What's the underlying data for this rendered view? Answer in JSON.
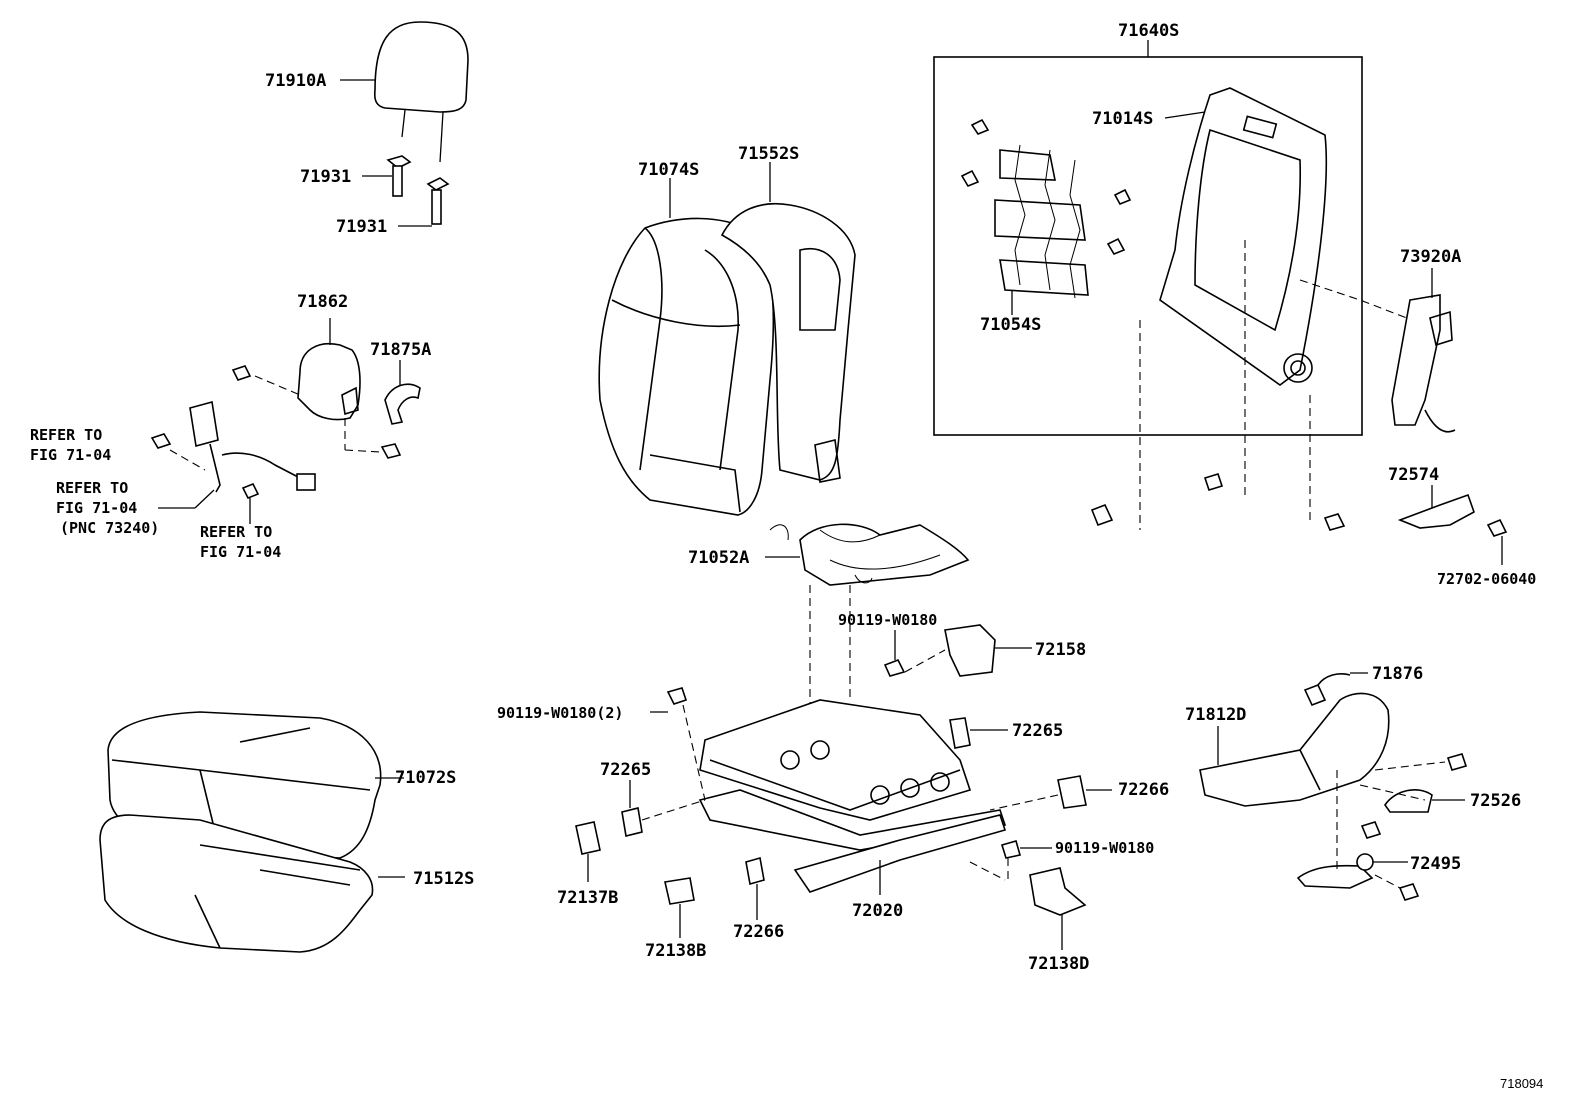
{
  "diagram": {
    "figure_number": "718094",
    "labels": {
      "headrest": "71910A",
      "support_upper": "71931",
      "support_lower": "71931",
      "shield_cover": "71862",
      "shield_cap": "71875A",
      "refer_belt_1": "REFER TO",
      "refer_belt_2": "FIG 71-04",
      "refer_buckle_1": "REFER TO",
      "refer_buckle_2": "FIG 71-04",
      "refer_buckle_3": "(PNC 73240)",
      "refer_nut_1": "REFER TO",
      "refer_nut_2": "FIG 71-04",
      "back_cover": "71074S",
      "back_pad": "71552S",
      "back_frame_assy": "71640S",
      "back_frame": "71014S",
      "back_spring": "71054S",
      "side_airbag": "73920A",
      "cushion_spring": "71052A",
      "lever_sub": "72574",
      "bolt_right": "72702-06040",
      "bolt_cushion_top": "90119-W0180",
      "cover_side": "72158",
      "bolt_left": "90119-W0180(2)",
      "clip_right": "72265",
      "clip_left": "72265",
      "cushion_cover": "71072S",
      "cushion_pad": "71512S",
      "cover_rear_left": "72137B",
      "cover_rear_inner": "72138B",
      "clip_lower": "72266",
      "clip_right_lower": "72266",
      "adjuster": "72020",
      "bolt_right_lower": "90119-W0180",
      "cover_rear_right": "72138D",
      "shield_outer": "71812D",
      "connector": "71876",
      "knob": "72526",
      "lever_knob": "72495"
    }
  }
}
